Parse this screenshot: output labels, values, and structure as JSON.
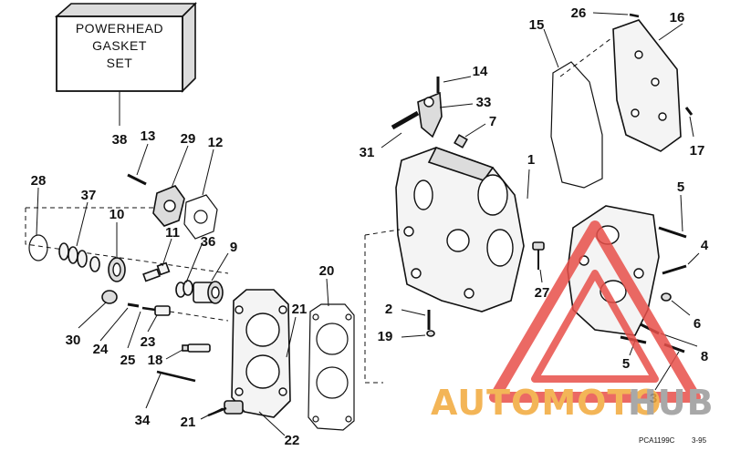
{
  "kit_box": {
    "lines": [
      "POWERHEAD",
      "GASKET",
      "SET"
    ]
  },
  "callouts": {
    "c1": "1",
    "c2": "2",
    "c3": "3",
    "c4": "4",
    "c5a": "5",
    "c5b": "5",
    "c6": "6",
    "c7": "7",
    "c8": "8",
    "c9": "9",
    "c10": "10",
    "c11": "11",
    "c12": "12",
    "c13": "13",
    "c14": "14",
    "c15": "15",
    "c16": "16",
    "c17": "17",
    "c18": "18",
    "c19": "19",
    "c20": "20",
    "c21a": "21",
    "c21b": "21",
    "c22": "22",
    "c23": "23",
    "c24": "24",
    "c25": "25",
    "c26": "26",
    "c27": "27",
    "c28": "28",
    "c29": "29",
    "c30": "30",
    "c31": "31",
    "c33": "33",
    "c34": "34",
    "c36": "36",
    "c37": "37",
    "c38": "38"
  },
  "reference": {
    "code": "PCA1199C",
    "date": "3-95"
  },
  "watermark": {
    "text_orange": "AUTOMOTO",
    "text_gray": "HUB",
    "colors": {
      "triangle": "#e8504a",
      "orange": "#f2a93a",
      "gray": "#9a9a9a"
    }
  }
}
